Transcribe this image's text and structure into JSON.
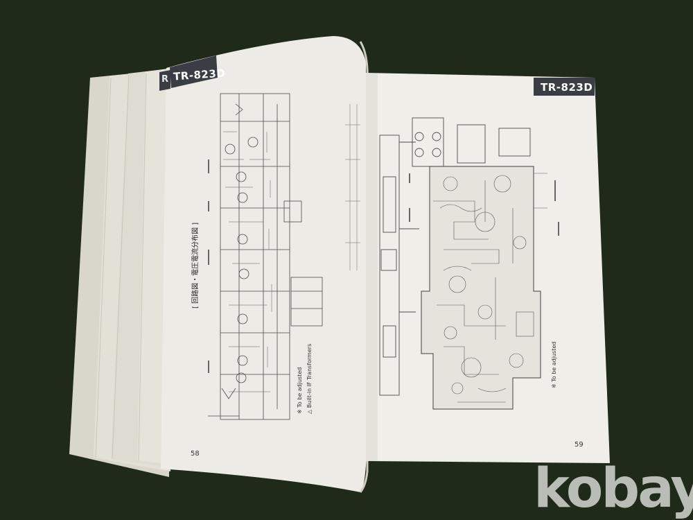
{
  "book": {
    "left_tab": "TR-823D",
    "right_tab": "TR-823D",
    "spine_edge_letter": "R",
    "left_page_number": "58",
    "right_page_number": "59",
    "left_caption": "[ 回路図・電圧電流分布図 ]",
    "note_adjusted": "※ To be adjusted",
    "note_if": "△ Built-in IF Transformers",
    "note_right": "※ To be adjusted"
  },
  "watermark": "kobay",
  "colors": {
    "background": "#1f2a1a",
    "paper": "#ecebe5",
    "tab": "#3a3d44",
    "ink": "#333333"
  }
}
